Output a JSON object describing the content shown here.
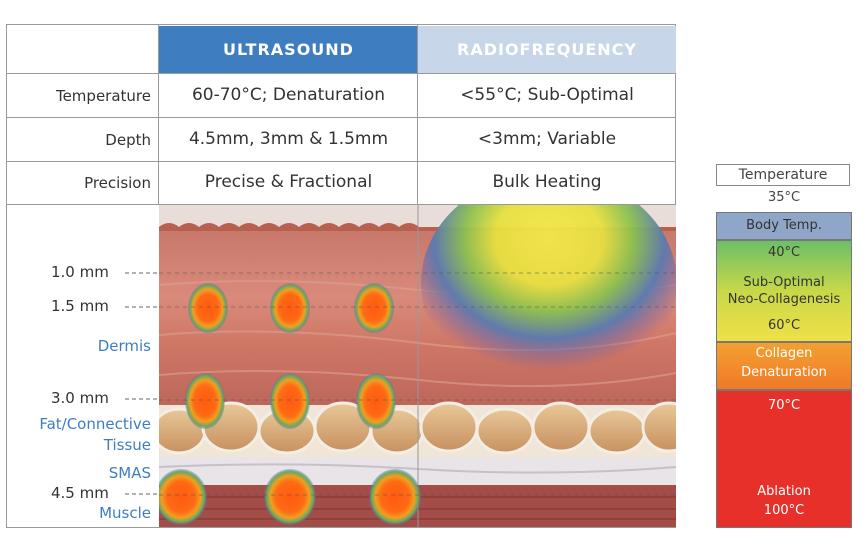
{
  "headers": {
    "ultrasound": "ULTRASOUND",
    "radiofrequency": "RADIOFREQUENCY"
  },
  "rows": [
    {
      "label": "Temperature",
      "ultrasound": "60-70°C; Denaturation",
      "radiofrequency": "<55°C; Sub-Optimal"
    },
    {
      "label": "Depth",
      "ultrasound": "4.5mm, 3mm & 1.5mm",
      "radiofrequency": "<3mm; Variable"
    },
    {
      "label": "Precision",
      "ultrasound": "Precise & Fractional",
      "radiofrequency": "Bulk Heating"
    }
  ],
  "depth_markers": {
    "d1": "1.0 mm",
    "d15": "1.5 mm",
    "d3": "3.0 mm",
    "d45": "4.5 mm"
  },
  "tissue_labels": {
    "dermis": "Dermis",
    "fat_line1": "Fat/Connective",
    "fat_line2": "Tissue",
    "smas": "SMAS",
    "muscle": "Muscle"
  },
  "legend": {
    "title": "Temperature",
    "t35": "35°C",
    "body_temp": "Body Temp.",
    "t40": "40°C",
    "suboptimal_line1": "Sub-Optimal",
    "suboptimal_line2": "Neo-Collagenesis",
    "t60": "60°C",
    "collagen_line1": "Collagen",
    "collagen_line2": "Denaturation",
    "t70": "70°C",
    "ablation": "Ablation",
    "t100": "100°C"
  },
  "colors": {
    "ultrasound_header": "#3f7dc1",
    "radiofrequency_header": "#c8d6ea",
    "tissue_label": "#3f7dc1"
  }
}
